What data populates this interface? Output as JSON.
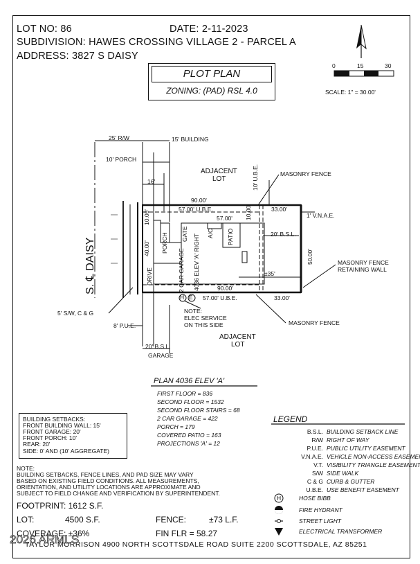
{
  "header": {
    "lot": "LOT NO: 86",
    "date": "DATE: 2-11-2023",
    "subdivision": "SUBDIVISION: HAWES CROSSING VILLAGE 2 - PARCEL A",
    "address": "ADDRESS: 3827 S DAISY"
  },
  "title_block": {
    "title": "PLOT PLAN",
    "zoning": "ZONING: (PAD) RSL 4.0"
  },
  "scale": {
    "ticks": [
      "0",
      "15",
      "30"
    ],
    "label": "SCALE: 1\" = 30.00'"
  },
  "plan_labels": {
    "r_w": "25' R/W",
    "building_15": "15' BUILDING",
    "porch_10": "10' PORCH",
    "dim_16": "16'",
    "adjacent_top": "ADJACENT",
    "adjacent_top2": "LOT",
    "ube_top": "10' U.B.E.",
    "masonry_fence_top": "MASONRY FENCE",
    "dim_90_top": "90.00'",
    "dim_57_ube_top": "57.00' U.B.E.",
    "dim_33_top": "33.00'",
    "vnae": "1' V.N.A.E.",
    "dim_10_left": "10.00'",
    "dim_57_inner": "57.00'",
    "dim_10_right": "10.00'",
    "bsl_20": "20' B.S.L.",
    "porch": "PORCH",
    "gate": "GATE",
    "ac": "A/C",
    "patio": "PATIO",
    "dim_40": "40.00'",
    "dim_50": "50.00'",
    "masonry_fence_retaining": "MASONRY FENCE",
    "retaining_wall": "RETAINING WALL",
    "street": "S. ℄ DAISY",
    "drive": "DRIVE",
    "garage_lbl": "2 CAR GARAGE",
    "plan_lbl": "4036 ELEV 'A' RIGHT",
    "approx_35": "±35'",
    "dim_90_bottom": "90.00'",
    "dim_57_ube_bottom": "57.00' U.B.E.",
    "dim_33_bottom": "33.00'",
    "sw_cg": "5' S/W, C & G",
    "note_elec1": "NOTE:",
    "note_elec2": "ELEC SERVICE",
    "note_elec3": "ON THIS SIDE",
    "masonry_fence_bottom": "MASONRY FENCE",
    "adjacent_bottom": "ADJACENT",
    "adjacent_bottom2": "LOT",
    "pue_8": "8' P.U.E.",
    "bsl_garage": "20' B.S.L.",
    "garage_under": "GARAGE",
    "hose_h": "H",
    "elec_e": "E"
  },
  "plan_info": {
    "title": "PLAN 4036 ELEV 'A'",
    "lines": [
      "FIRST FLOOR = 836",
      "SECOND FLOOR = 1532",
      "SECOND FLOOR STAIRS = 68",
      "2 CAR GARAGE = 422",
      "PORCH = 179",
      "COVERED PATIO = 163",
      "PROJECTIONS 'A' = 12"
    ]
  },
  "setbacks": {
    "lines": [
      "BUILDING SETBACKS:",
      "FRONT BUILDING WALL: 15'",
      "FRONT GARAGE: 20'",
      "FRONT PORCH: 10'",
      "REAR: 20'",
      "SIDE: 0' AND (10' AGGREGATE)"
    ]
  },
  "legend": {
    "title": "LEGEND",
    "items": [
      {
        "abbr": "B.S.L.",
        "desc": "BUILDING SETBACK LINE"
      },
      {
        "abbr": "R/W",
        "desc": "RIGHT OF WAY"
      },
      {
        "abbr": "P.U.E.",
        "desc": "PUBLIC UTILITY EASEMENT"
      },
      {
        "abbr": "V.N.A.E.",
        "desc": "VEHICLE NON-ACCESS EASEMENT"
      },
      {
        "abbr": "V.T.",
        "desc": "VISIBILITY TRIANGLE EASEMENT"
      },
      {
        "abbr": "S/W",
        "desc": "SIDE WALK"
      },
      {
        "abbr": "C & G",
        "desc": "CURB & GUTTER"
      },
      {
        "abbr": "U.B.E.",
        "desc": "USE BENEFIT EASEMENT"
      }
    ],
    "symbols": [
      {
        "icon": "hose-bibb-icon",
        "desc": "HOSE BIBB"
      },
      {
        "icon": "fire-hydrant-icon",
        "desc": "FIRE HYDRANT"
      },
      {
        "icon": "street-light-icon",
        "desc": "STREET LIGHT"
      },
      {
        "icon": "electrical-transformer-icon",
        "desc": "ELECTRICAL TRANSFORMER"
      }
    ]
  },
  "note": {
    "lines": [
      "NOTE:",
      "BUILDING SETBACKS, FENCE LINES, AND PAD SIZE MAY VARY",
      "BASED ON EXISTING FIELD CONDITIONS.  ALL MEASUREMENTS,",
      "ORIENTATION, AND UTILITY LOCATIONS ARE APPROXIMATE AND",
      "SUBJECT TO FIELD CHANGE AND VERIFICATION BY SUPERINTENDENT."
    ]
  },
  "stats": {
    "footprint": "FOOTPRINT: 1612 S.F.",
    "lot_label": "LOT:",
    "lot_value": "4500 S.F.",
    "fence_label": "FENCE:",
    "fence_value": "±73 L.F.",
    "coverage": "COVERAGE: ±36%",
    "fin_flr": "FIN FLR = 58.27"
  },
  "footer": {
    "company": "TAYLOR MORRISON 4900 NORTH SCOTTSDALE ROAD SUITE 2200 SCOTTSDALE, AZ  85251",
    "watermark": "2026 ARMLS"
  }
}
